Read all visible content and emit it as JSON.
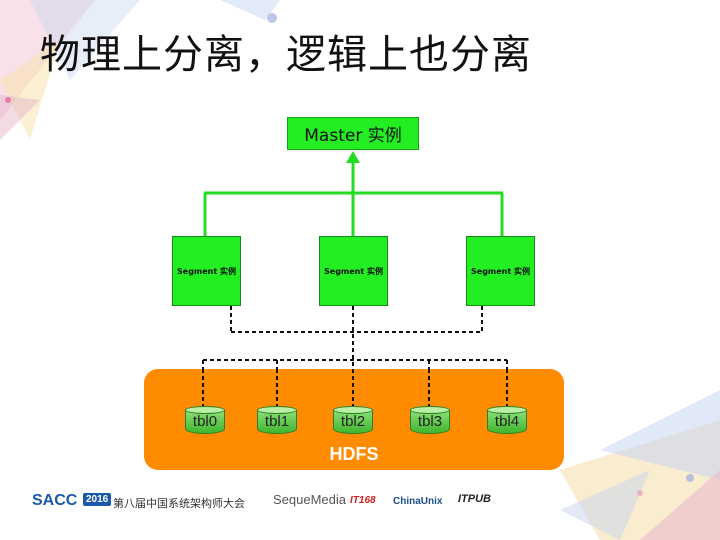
{
  "title": "物理上分离，逻辑上也分离",
  "master": {
    "label": "Master 实例"
  },
  "segments": [
    {
      "label": "Segment 实例"
    },
    {
      "label": "Segment 实例"
    },
    {
      "label": "Segment 实例"
    }
  ],
  "storage": {
    "label": "HDFS",
    "tables": [
      "tbl0",
      "tbl1",
      "tbl2",
      "tbl3",
      "tbl4"
    ]
  },
  "footer": {
    "sacc": "SACC",
    "year": "2016",
    "conference": "第八届中国系统架构师大会",
    "sequemedia": "SequeMedia",
    "it168": "IT168",
    "chinaunix": "ChinaUnix",
    "itpub": "ITPUB"
  },
  "colors": {
    "node_green": "#22ee22",
    "link_green": "#22dd22",
    "hdfs_orange": "#ff8c00",
    "cylinder_green": "#3fb52d"
  }
}
